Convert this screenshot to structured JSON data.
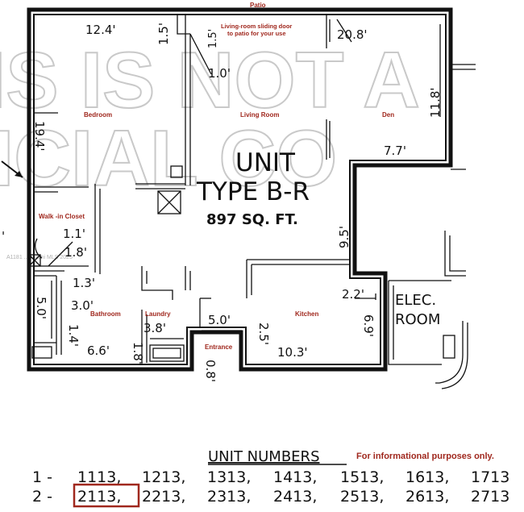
{
  "rooms": {
    "patio": "Patio",
    "sliding_door": [
      "Living-room sliding door",
      "to patio for your use"
    ],
    "bedroom": "Bedroom",
    "living_room": "Living Room",
    "den": "Den",
    "walk_in_closet": "Walk -in Closet",
    "bathroom": "Bathroom",
    "laundry": "Laundry",
    "kitchen": "Kitchen",
    "entrance": "Entrance",
    "elec_room": [
      "ELEC.",
      "ROOM"
    ]
  },
  "unit": {
    "title_1": "UNIT",
    "title_2": "TYPE B-R",
    "area": "897 SQ. FT."
  },
  "dimensions": {
    "d_12_4": "12.4'",
    "d_1_5a": "1.5'",
    "d_1_5b": "1.5'",
    "d_1_0": "1.0'",
    "d_20_8": "20.8'",
    "d_11_8": "11.8'",
    "d_19_4": "19.4'",
    "d_7_7": "7.7'",
    "d_9_5": "9.5'",
    "d_1_1": "1.1'",
    "d_1_8a": "1.8'",
    "d_1_3": "1.3'",
    "d_5_0a": "5.0'",
    "d_3_0": "3.0'",
    "d_1_4": "1.4'",
    "d_6_6": "6.6'",
    "d_1_8b": "1.8'",
    "d_3_8": "3.8'",
    "d_5_0b": "5.0'",
    "d_2_5": "2.5'",
    "d_10_3": "10.3'",
    "d_2_2": "2.2'",
    "d_6_9": "6.9'",
    "d_0_8": "0.8'",
    "edge_quote": "'"
  },
  "watermark": {
    "line1": "IS IS NOT A",
    "line2": "ICIAL CO",
    "small": "A1181 ... Miami MLS 2025"
  },
  "unit_numbers": {
    "heading": "UNIT NUMBERS",
    "note": "For informational purposes only.",
    "row1_prefix": "1 -",
    "row1": [
      "1113,",
      "1213,",
      "1313,",
      "1413,",
      "1513,",
      "1613,",
      "1713"
    ],
    "row2_prefix": "2 -",
    "row2": [
      "2113,",
      "2213,",
      "2313,",
      "2413,",
      "2513,",
      "2613,",
      "2713"
    ],
    "highlight_color": "#a0281e"
  }
}
